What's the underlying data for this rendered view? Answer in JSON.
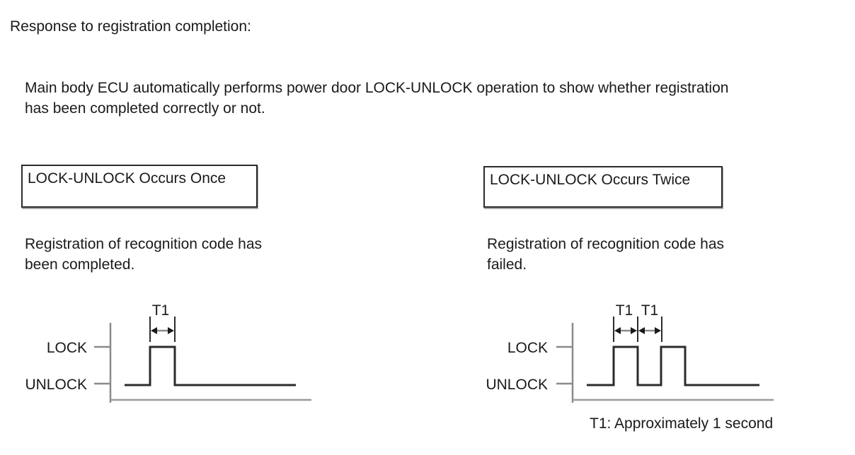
{
  "title": "Response to registration completion:",
  "description": {
    "line1": "Main body ECU automatically performs power door LOCK-UNLOCK operation to show whether registration",
    "line2": "has been completed correctly or not."
  },
  "outcomes": {
    "once": {
      "box_label": "LOCK-UNLOCK Occurs Once",
      "caption_line1": "Registration of recognition code has",
      "caption_line2": "been completed."
    },
    "twice": {
      "box_label": "LOCK-UNLOCK Occurs Twice",
      "caption_line1": "Registration of recognition code has",
      "caption_line2": "failed."
    }
  },
  "diagrams": {
    "once": {
      "lock_label": "LOCK",
      "unlock_label": "UNLOCK",
      "t1_labels": [
        "T1"
      ],
      "pulse_count": 1,
      "levels": [
        "LOCK",
        "UNLOCK"
      ]
    },
    "twice": {
      "lock_label": "LOCK",
      "unlock_label": "UNLOCK",
      "t1_labels": [
        "T1",
        "T1"
      ],
      "pulse_count": 2,
      "levels": [
        "LOCK",
        "UNLOCK"
      ]
    }
  },
  "footnote": "T1: Approximately 1 second",
  "colors": {
    "background": "#ffffff",
    "text": "#1a1a1a",
    "waveform": "#2b2b2b",
    "axis_gray": "#8a8a8a",
    "box_border": "#2b2b2b"
  }
}
